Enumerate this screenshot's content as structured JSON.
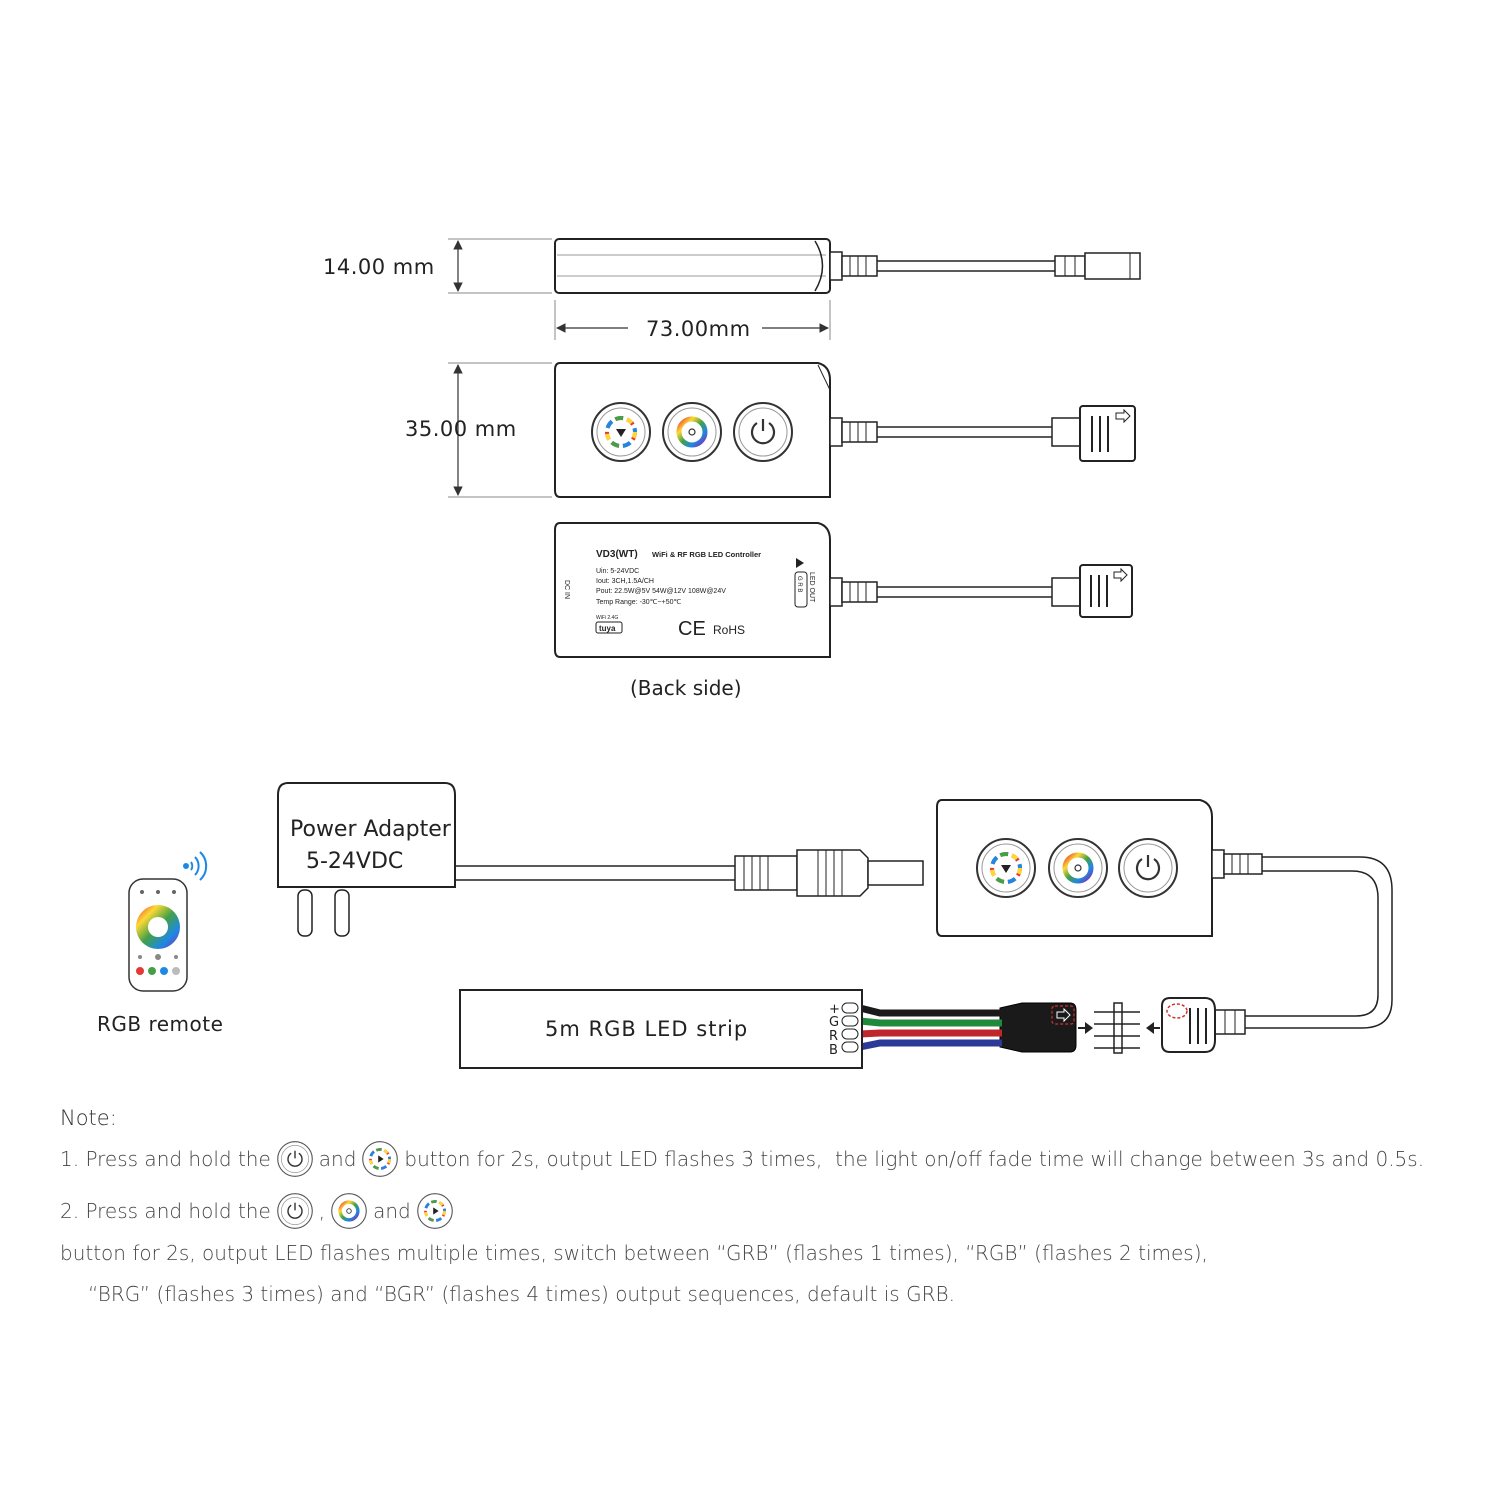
{
  "dimensions": {
    "thickness": "14.00 mm",
    "length": "73.00mm",
    "width": "35.00 mm"
  },
  "back_label": {
    "model": "VD3(WT)",
    "product": "WiFi & RF RGB LED Controller",
    "uin": "Uin: 5-24VDC",
    "iout": "Iout: 3CH,1.5A/CH",
    "pout": "Pout: 22.5W@5V  54W@12V  108W@24V",
    "temp": "Temp Range: -30℃~+50℃",
    "wifi": "WiFi 2.4G",
    "tuya": "tuya",
    "ce": "CE",
    "rohs": "RoHS",
    "dc_in": "DC IN",
    "led_out": "LED OUT",
    "pins": "G R B"
  },
  "back_caption": "(Back side)",
  "wiring": {
    "power_adapter_line1": "Power Adapter",
    "power_adapter_line2": "5-24VDC",
    "remote_label": "RGB remote",
    "strip_label": "5m RGB LED strip",
    "strip_pins": [
      "+",
      "G",
      "R",
      "B"
    ]
  },
  "colors": {
    "wire_black": "#1a1a1a",
    "wire_green": "#1f8a3c",
    "wire_red": "#c0272d",
    "wire_blue": "#2b3a97",
    "accent_red_dashed": "#d0312d"
  },
  "notes": {
    "title": "Note:",
    "n1_a": "1. Press and hold the",
    "n1_b": "and",
    "n1_c": "button for 2s, output LED flashes 3 times,  the light on/off fade time will change between 3s and 0.5s.",
    "n2_a": "2. Press and hold the",
    "n2_b": ",",
    "n2_c": "and",
    "n2_d": "button for 2s, output LED flashes multiple times, switch between “GRB” (flashes 1 times), “RGB” (flashes 2 times),",
    "n2_e": "“BRG” (flashes 3 times) and “BGR”  (flashes 4 times) output sequences, default is GRB."
  }
}
